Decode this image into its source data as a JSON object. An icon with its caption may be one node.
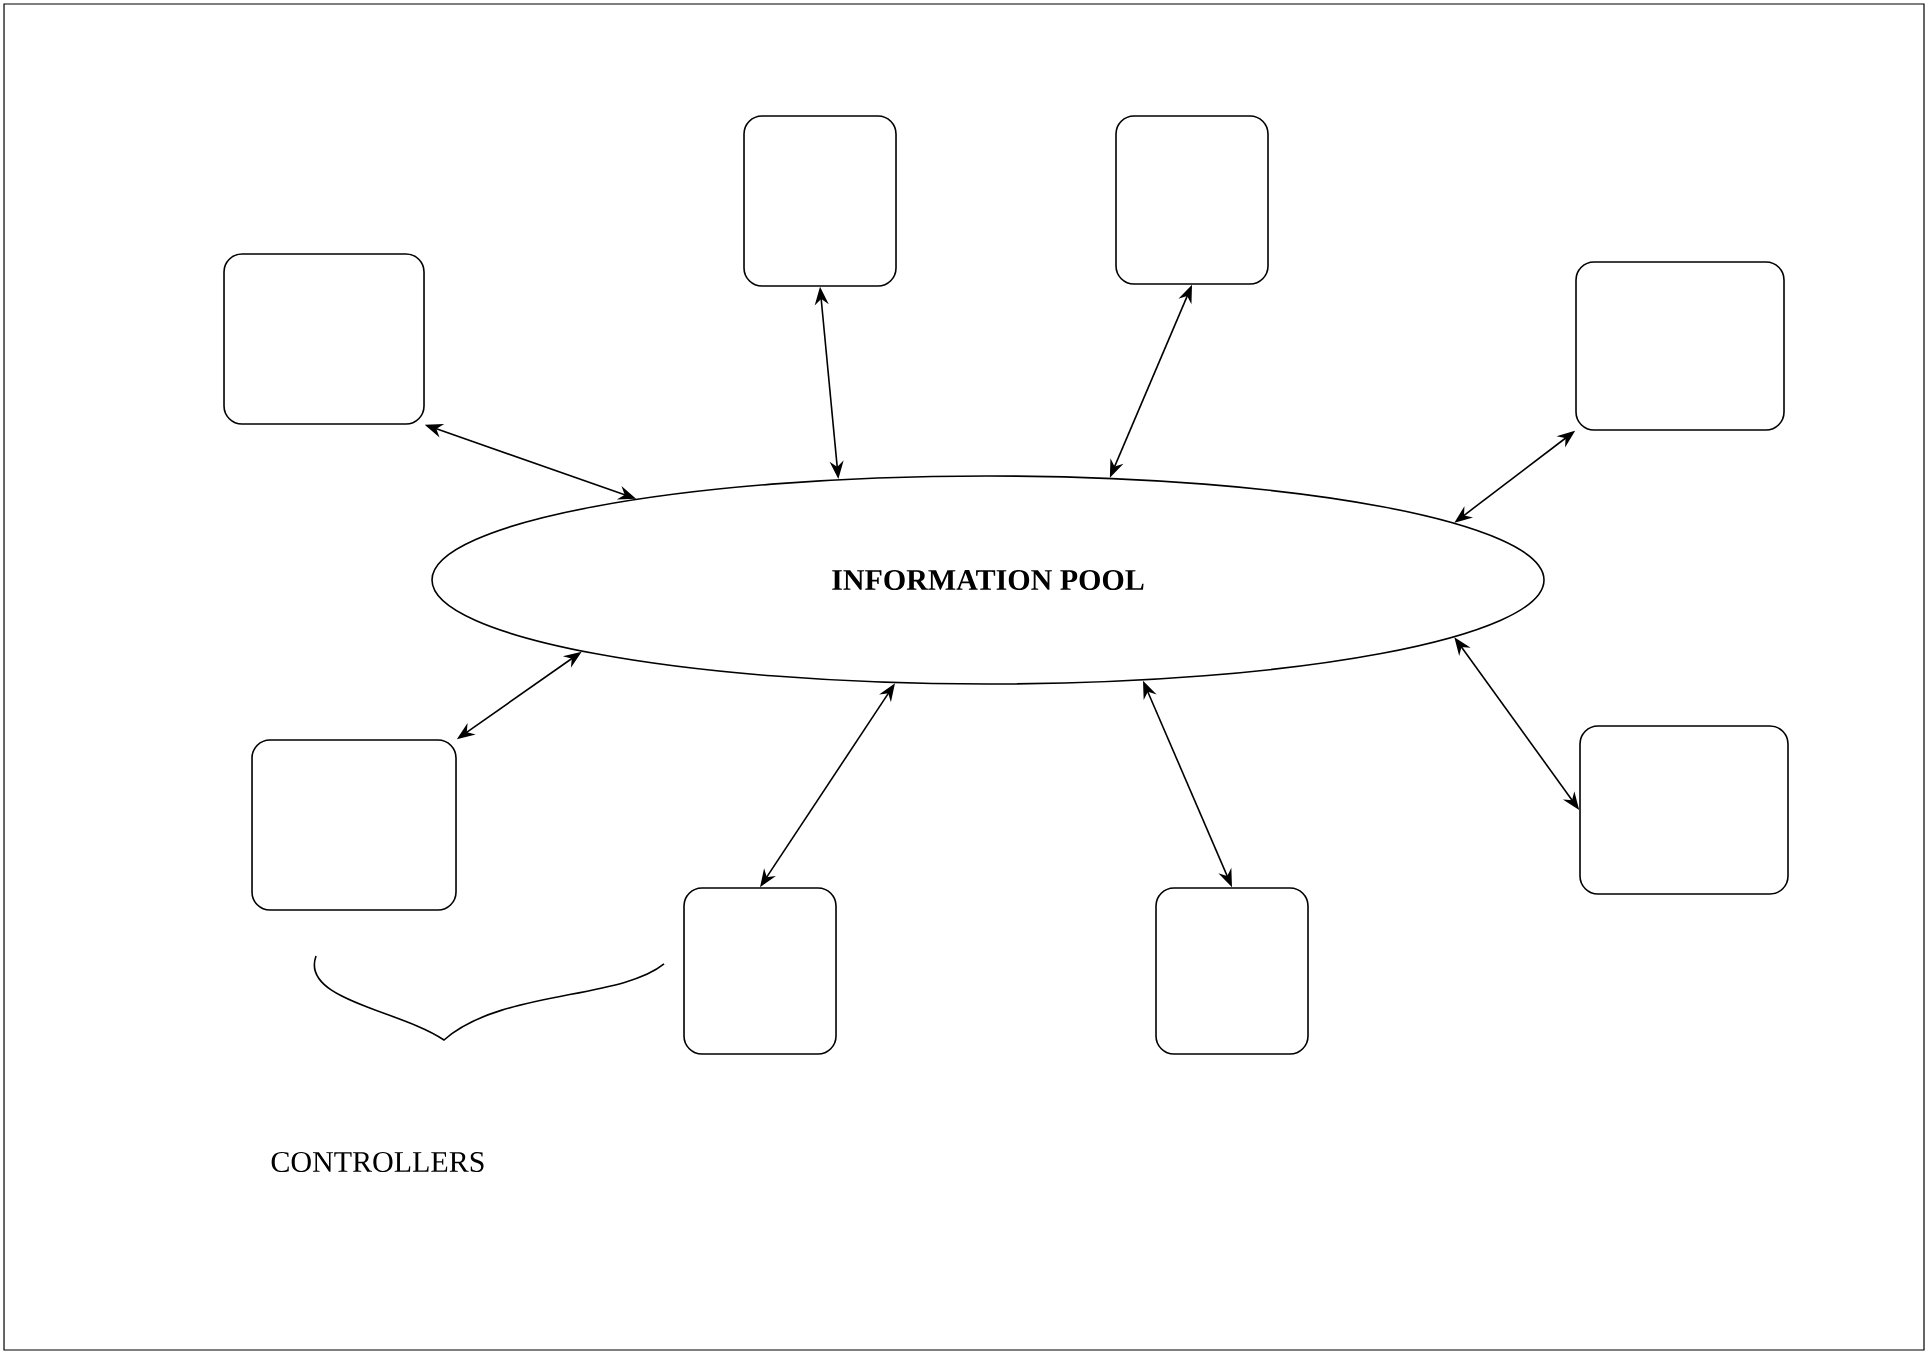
{
  "diagram": {
    "nodes": [
      {
        "text": [
          "INFORMATION POOL"
        ]
      },
      {
        "text": [],
        "shape": "box"
      },
      {
        "text": [],
        "shape": "box"
      },
      {
        "text": [],
        "shape": "box"
      },
      {
        "text": [],
        "shape": "box"
      },
      {
        "text": [],
        "shape": "box"
      },
      {
        "text": [],
        "shape": "box"
      },
      {
        "text": [],
        "shape": "box"
      },
      {
        "text": [],
        "shape": "box"
      }
    ],
    "edges": [
      {
        "from": 1,
        "to": 0,
        "arrow": "both"
      },
      {
        "from": 2,
        "to": 0,
        "arrow": "both"
      },
      {
        "from": 3,
        "to": 0,
        "arrow": "both"
      },
      {
        "from": 4,
        "to": 0,
        "arrow": "both"
      },
      {
        "from": 5,
        "to": 0,
        "arrow": "both"
      },
      {
        "from": 6,
        "to": 0,
        "arrow": "both"
      },
      {
        "from": 7,
        "to": 0,
        "arrow": "both"
      },
      {
        "from": 8,
        "to": 0,
        "arrow": "both"
      }
    ],
    "labels": [
      "CONTROLLERS"
    ]
  }
}
